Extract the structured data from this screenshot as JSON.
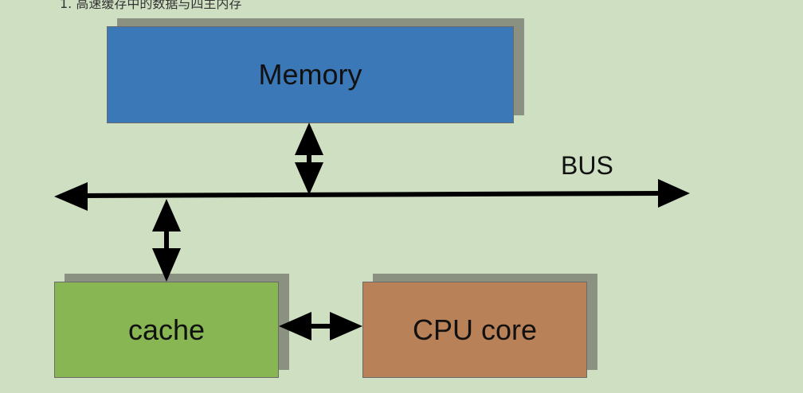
{
  "caption": "1. 高速缓存中的数据与四主内存",
  "blocks": {
    "memory": {
      "label": "Memory",
      "color": "#3b78b8"
    },
    "cache": {
      "label": "cache",
      "color": "#88b653"
    },
    "cpu": {
      "label": "CPU core",
      "color": "#b98157"
    }
  },
  "bus": {
    "label": "BUS"
  },
  "colors": {
    "background": "#cfdfc2",
    "arrow": "#000000",
    "shadow": "#8a9180"
  }
}
